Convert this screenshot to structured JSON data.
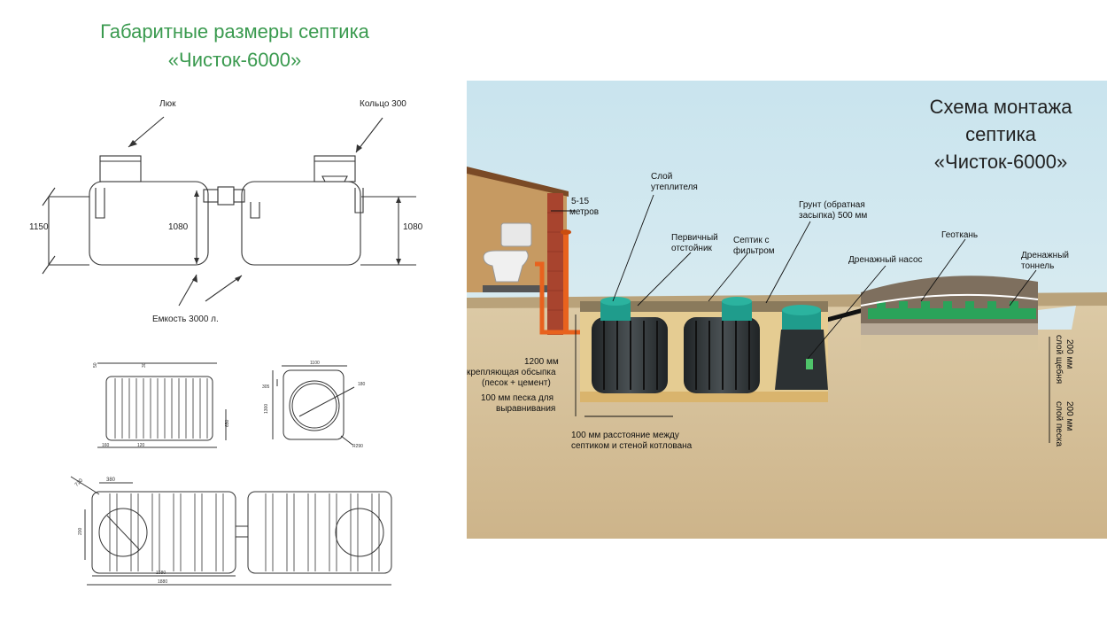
{
  "left": {
    "title_line1": "Габаритные размеры септика",
    "title_line2": "«Чисток-6000»",
    "labels": {
      "hatch": "Люк",
      "ring": "Кольцо 300",
      "capacity": "Емкость 3000 л.",
      "dim_1150": "1150",
      "dim_1080_a": "1080",
      "dim_1080_b": "1080"
    },
    "small_dims": {
      "d50": "50",
      "d30": "30",
      "d160": "160",
      "d120": "120",
      "d1100": "1100",
      "d305": "305",
      "d1300": "1300",
      "d180": "180",
      "d380": "380",
      "d720": "720",
      "d200": "200",
      "d1580": "1580",
      "d1880": "1880",
      "d650": "650",
      "dR290": "R290"
    }
  },
  "right": {
    "title_line1": "Схема монтажа",
    "title_line2": "септика",
    "title_line3": "«Чисток-6000»",
    "labels": {
      "distance_l1": "5-15",
      "distance_l2": "метров",
      "insulation_l1": "Слой",
      "insulation_l2": "утеплителя",
      "primary_l1": "Первичный",
      "primary_l2": "отстойник",
      "septic_l1": "Септик с",
      "septic_l2": "фильтром",
      "soil_l1": "Грунт (обратная",
      "soil_l2": "засыпка) 500 мм",
      "geotextile": "Геоткань",
      "pump": "Дренажный насос",
      "tunnel_l1": "Дренажный",
      "tunnel_l2": "тоннель",
      "fill_l1": "1200 мм",
      "fill_l2": "крепляющая обсыпка",
      "fill_l3": "(песок + цемент)",
      "sand_l1": "100 мм песка для",
      "sand_l2": "выравнивания",
      "gap_l1": "100 мм расстояние между",
      "gap_l2": "септиком и стеной котлована",
      "gravel_l1": "200 мм",
      "gravel_l2": "слой щебня",
      "sandlayer_l1": "200 мм",
      "sandlayer_l2": "слой песка"
    }
  },
  "colors": {
    "title_green": "#3a9a4f",
    "sky": "#cfe6ee",
    "ground": "#d8c4a0",
    "pit_sand": "#e2c88e",
    "tank": "#2a2e30",
    "lid": "#1f9c8c",
    "pipe": "#e8621e",
    "brick": "#a8442e",
    "grass": "#2aa35a"
  }
}
